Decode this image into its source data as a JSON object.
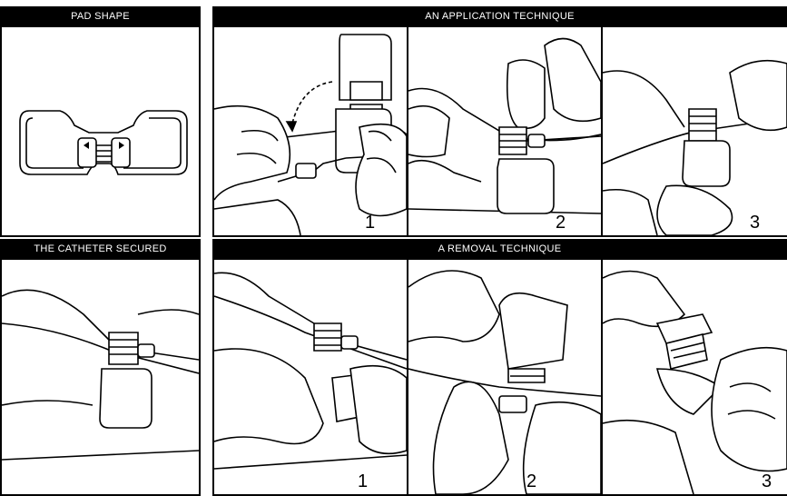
{
  "headers": {
    "pad_shape": "PAD SHAPE",
    "application": "AN APPLICATION TECHNIQUE",
    "catheter_secured": "THE CATHETER SECURED",
    "removal": "A REMOVAL TECHNIQUE"
  },
  "application_steps": [
    "1",
    "2",
    "3"
  ],
  "removal_steps": [
    "1",
    "2",
    "3"
  ]
}
